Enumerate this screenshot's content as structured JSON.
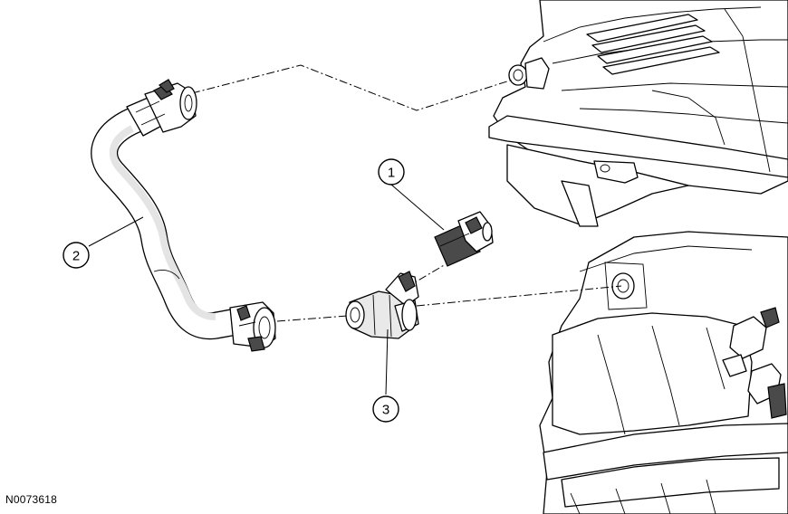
{
  "callouts": [
    {
      "number": "1",
      "part": "sensor-connector"
    },
    {
      "number": "2",
      "part": "coolant-hose"
    },
    {
      "number": "3",
      "part": "coolant-fitting"
    }
  ],
  "figure_id": "N0073618"
}
